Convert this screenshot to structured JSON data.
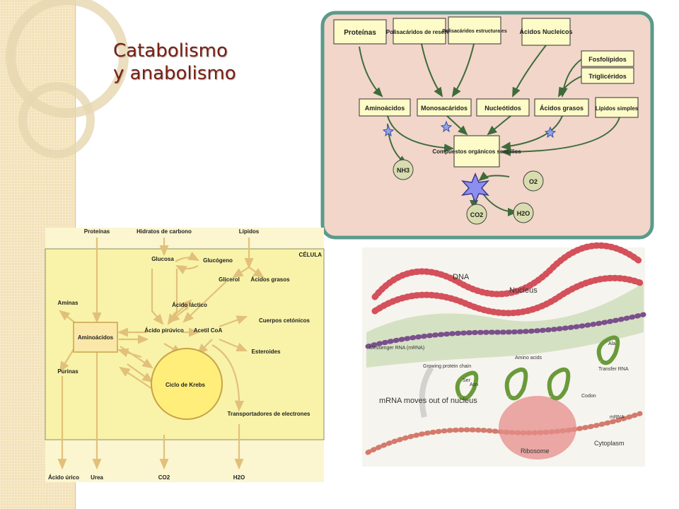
{
  "slide": {
    "title_line1": "Catabolismo",
    "title_line2": "y anabolismo"
  },
  "colors": {
    "title": "#7a1f12",
    "strip": "#f3e2b8",
    "panel_bg": "#f1d6c9",
    "panel_border": "#5b9a8a",
    "box_fill": "#fdfbc7",
    "arrow": "#3e6b3a",
    "cell_bg": "#f8f3a8",
    "krebs": "#ffee7a",
    "cell_arrow": "#e2c07a"
  },
  "top_right_diagram": {
    "sources": [
      "Proteínas",
      "Polisacáridos de reserva",
      "Polisacáridos estructurales",
      "Ácidos Nucleicos"
    ],
    "lipid_sources": [
      "Fosfolípidos",
      "Triglicéridos"
    ],
    "monomers": [
      "Aminoácidos",
      "Monosacáridos",
      "Nucleótidos",
      "Ácidos grasos",
      "Lípidos simples"
    ],
    "center": "Compuestos orgánicos sencillos",
    "circles": [
      "NH3",
      "O2",
      "CO2",
      "H2O"
    ]
  },
  "cell_diagram": {
    "top_labels": [
      "Proteínas",
      "Hidratos de carbono",
      "Lípidos"
    ],
    "cell_label": "CÉLULA",
    "nodes": [
      "Glucosa",
      "Glucógeno",
      "Glicerol",
      "Ácidos grasos",
      "Ácido láctico",
      "Ácido pirúvico",
      "Acetil CoA",
      "Cuerpos cetónicos",
      "Esteroides",
      "Aminas",
      "Aminoácidos",
      "Purinas",
      "Ciclo de Krebs",
      "Transportadores de electrones"
    ],
    "bottom_labels": [
      "Ácido úrico",
      "Urea",
      "CO2",
      "H2O"
    ]
  },
  "protein_synthesis": {
    "labels": [
      "DNA",
      "Nucleus",
      "Messenger RNA (mRNA)",
      "Amino acids",
      "Growing protein chain",
      "Transfer RNA",
      "Codon",
      "mRNA moves out of nucleus",
      "mRNA",
      "Ribosome",
      "Cytoplasm",
      "Ala",
      "Ser",
      "Asn"
    ]
  }
}
